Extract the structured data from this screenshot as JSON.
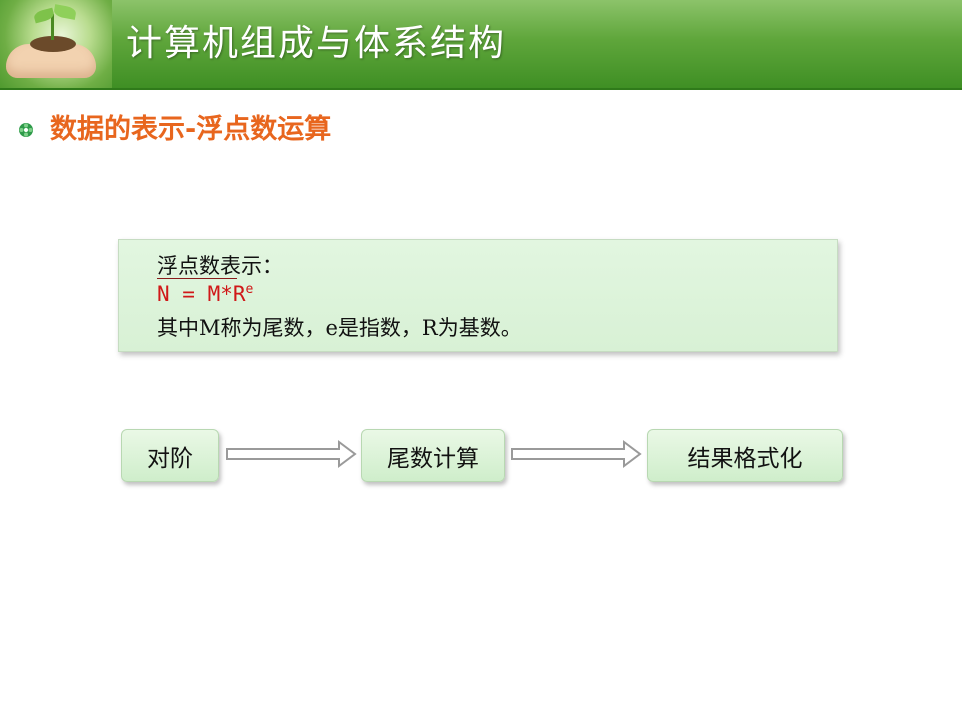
{
  "header": {
    "title": "计算机组成与体系结构"
  },
  "section": {
    "title": "数据的表示-浮点数运算",
    "bullet_icon": "flower-bullet-icon"
  },
  "definition": {
    "line1": "浮点数表示：",
    "formula_base": "N = M*R",
    "formula_exp": "e",
    "line3": "其中M称为尾数，e是指数，R为基数。"
  },
  "flow": {
    "steps": [
      "对阶",
      "尾数计算",
      "结果格式化"
    ]
  },
  "colors": {
    "header_green": "#5fa63b",
    "section_orange": "#e8661e",
    "formula_red": "#d01818",
    "box_green": "#dff5db"
  }
}
